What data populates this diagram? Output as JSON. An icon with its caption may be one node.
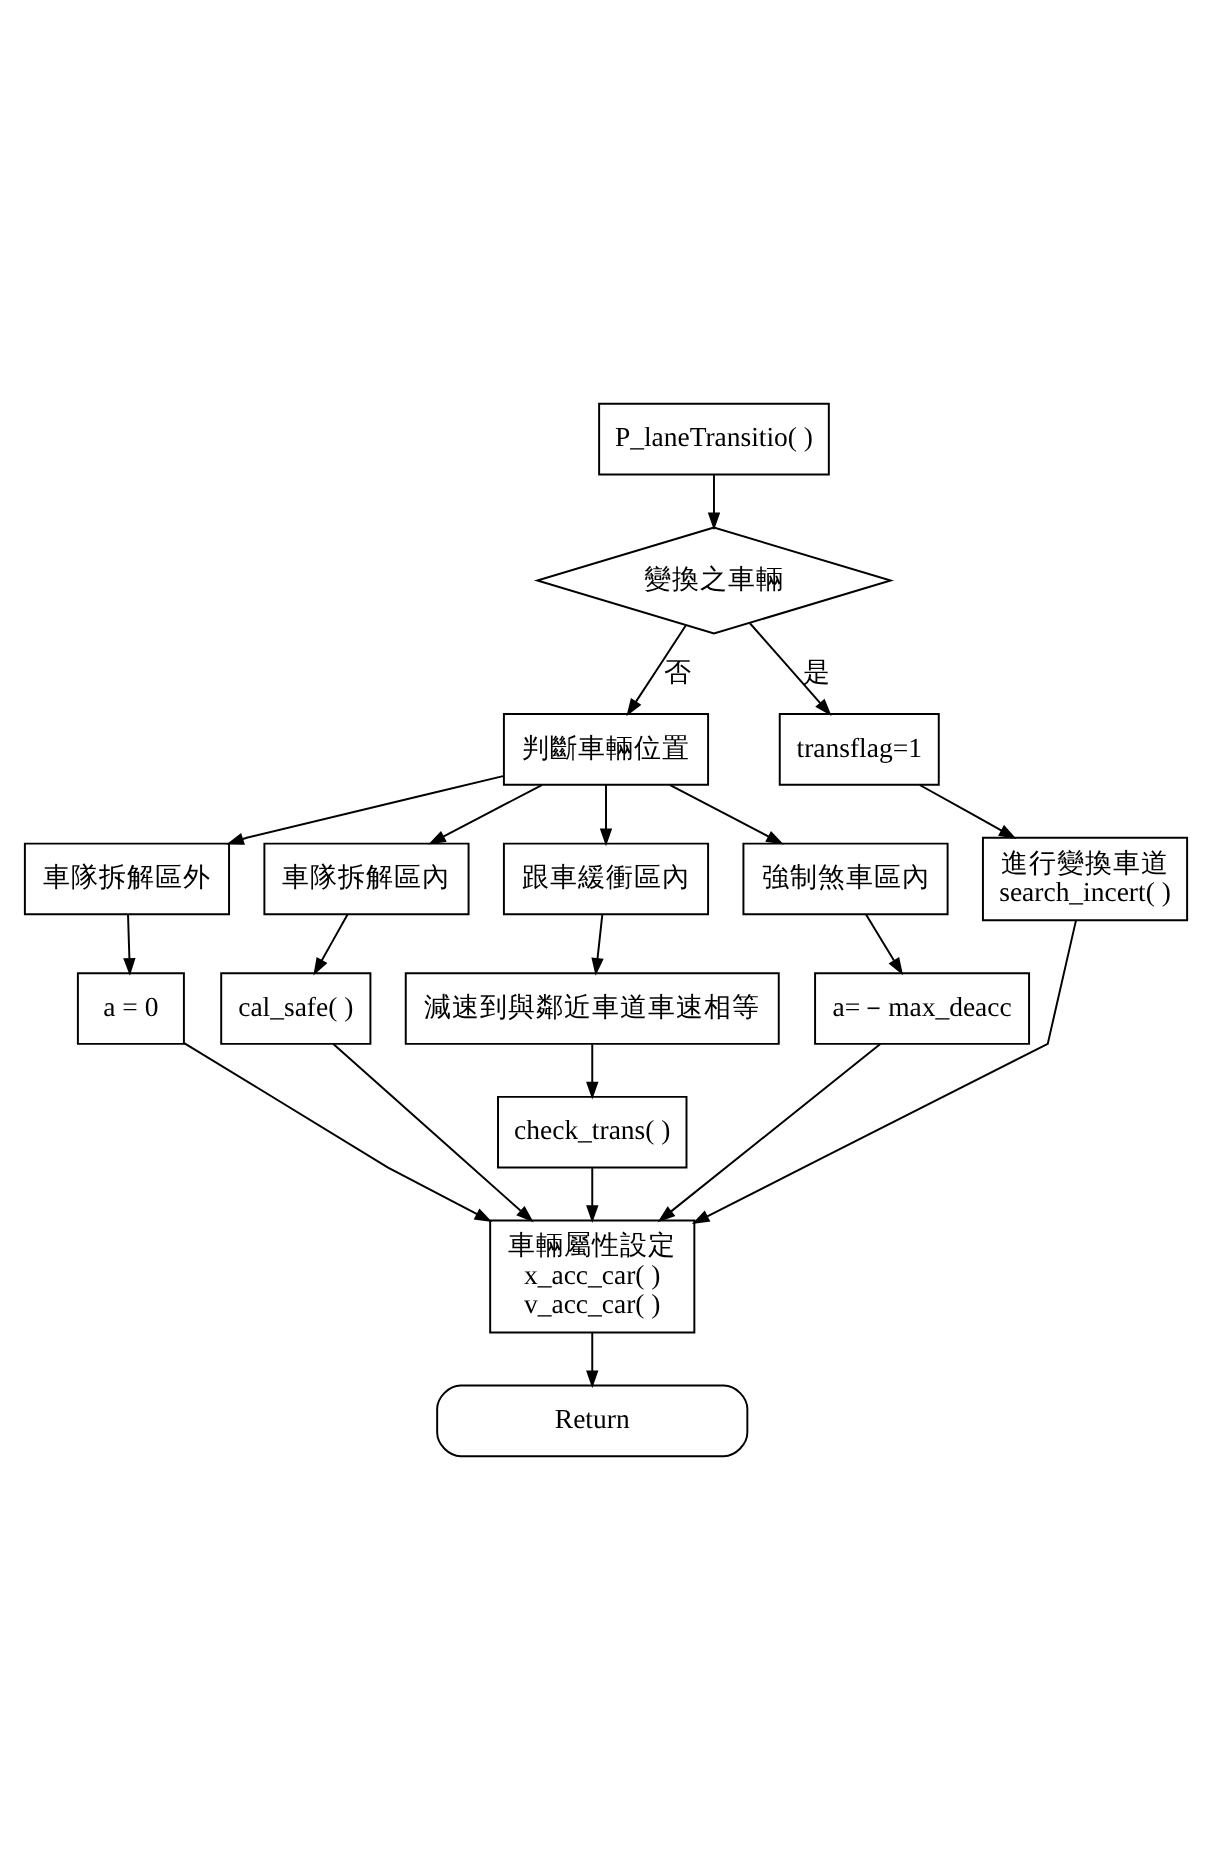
{
  "diagram": {
    "nodes": [
      {
        "text": [
          "P_laneTransitio( )"
        ]
      },
      {
        "text": [
          "變換之車輛"
        ]
      },
      {
        "text": [
          "判斷車輛位置"
        ]
      },
      {
        "text": [
          "transflag=1"
        ]
      },
      {
        "text": [
          "車隊拆解區外"
        ]
      },
      {
        "text": [
          "車隊拆解區內"
        ]
      },
      {
        "text": [
          "跟車緩衝區內"
        ]
      },
      {
        "text": [
          "強制煞車區內"
        ]
      },
      {
        "text": [
          "進行變換車道",
          "search_incert( )"
        ]
      },
      {
        "text": [
          "a = 0"
        ]
      },
      {
        "text": [
          "cal_safe( )"
        ]
      },
      {
        "text": [
          "減速到與鄰近車道車速相等"
        ]
      },
      {
        "text": [
          "a=－max_deacc"
        ]
      },
      {
        "text": [
          "check_trans( )"
        ]
      },
      {
        "text": [
          "車輛屬性設定",
          "x_acc_car( )",
          "v_acc_car( )"
        ]
      },
      {
        "text": [
          "Return"
        ]
      }
    ],
    "edges": [
      {
        "from": 0,
        "to": 1,
        "arrow": "to"
      },
      {
        "from": 1,
        "to": 2,
        "arrow": "to",
        "label": "否"
      },
      {
        "from": 1,
        "to": 3,
        "arrow": "to",
        "label": "是"
      },
      {
        "from": 2,
        "to": 4,
        "arrow": "to"
      },
      {
        "from": 2,
        "to": 5,
        "arrow": "to"
      },
      {
        "from": 2,
        "to": 6,
        "arrow": "to"
      },
      {
        "from": 2,
        "to": 7,
        "arrow": "to"
      },
      {
        "from": 3,
        "to": 8,
        "arrow": "to"
      },
      {
        "from": 4,
        "to": 9,
        "arrow": "to"
      },
      {
        "from": 5,
        "to": 10,
        "arrow": "to"
      },
      {
        "from": 6,
        "to": 11,
        "arrow": "to"
      },
      {
        "from": 7,
        "to": 12,
        "arrow": "to"
      },
      {
        "from": 11,
        "to": 13,
        "arrow": "to"
      },
      {
        "from": 9,
        "to": 14,
        "arrow": "to"
      },
      {
        "from": 10,
        "to": 14,
        "arrow": "to"
      },
      {
        "from": 13,
        "to": 14,
        "arrow": "to"
      },
      {
        "from": 12,
        "to": 14,
        "arrow": "to"
      },
      {
        "from": 8,
        "to": 14,
        "arrow": "to"
      },
      {
        "from": 14,
        "to": 15,
        "arrow": "to"
      }
    ]
  }
}
